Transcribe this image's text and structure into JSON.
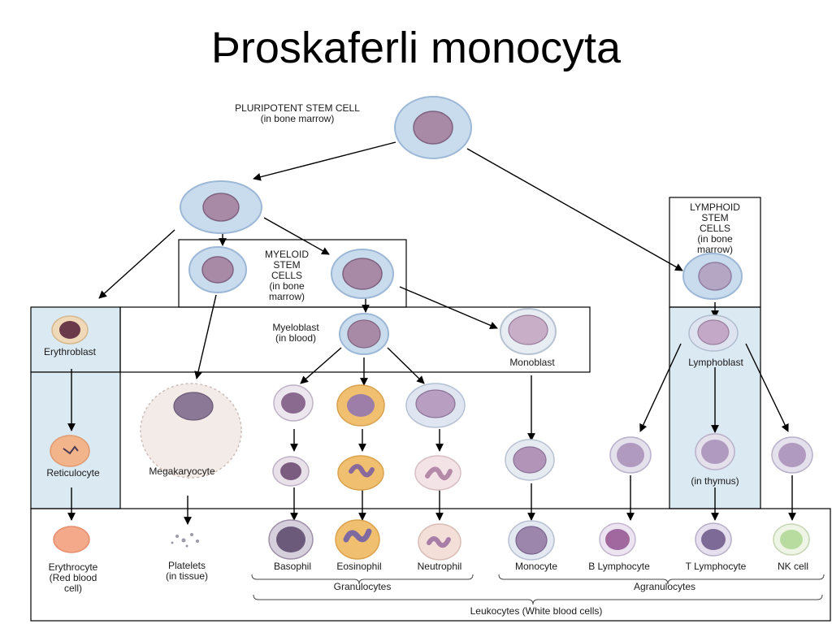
{
  "title": "Þroskaferli monocyta",
  "labels": {
    "stem_line1": "PLURIPOTENT STEM CELL",
    "stem_line2": "(in bone marrow)",
    "myeloid_1": "MYELOID",
    "myeloid_2": "STEM",
    "myeloid_3": "CELLS",
    "myeloid_4": "(in bone",
    "myeloid_5": "marrow)",
    "lymphoid_1": "LYMPHOID",
    "lymphoid_2": "STEM",
    "lymphoid_3": "CELLS",
    "lymphoid_4": "(in bone",
    "lymphoid_5": "marrow)",
    "erythroblast": "Erythroblast",
    "myeloblast_1": "Myeloblast",
    "myeloblast_2": "(in blood)",
    "monoblast": "Monoblast",
    "lymphoblast": "Lymphoblast",
    "reticulocyte": "Reticulocyte",
    "megakaryocyte": "Megakaryocyte",
    "in_thymus": "(in thymus)",
    "erythrocyte_1": "Erythrocyte",
    "erythrocyte_2": "(Red blood",
    "erythrocyte_3": "cell)",
    "platelets_1": "Platelets",
    "platelets_2": "(in tissue)",
    "basophil": "Basophil",
    "eosinophil": "Eosinophil",
    "neutrophil": "Neutrophil",
    "monocyte": "Monocyte",
    "b_lymphocyte": "B Lymphocyte",
    "t_lymphocyte": "T Lymphocyte",
    "nk_cell": "NK cell",
    "granulocytes": "Granulocytes",
    "agranulocytes": "Agranulocytes",
    "leukocytes": "Leukocytes (White blood cells)"
  },
  "colors": {
    "stem_cytoplasm": "#c9dcee",
    "nucleus_purple": "#a98aa6",
    "panel_blue": "#dbe9f2",
    "erythro": "#f2b48a",
    "eosin": "#f0c070",
    "basophil": "#6b5a7a",
    "nk_green": "#b8dca0"
  }
}
